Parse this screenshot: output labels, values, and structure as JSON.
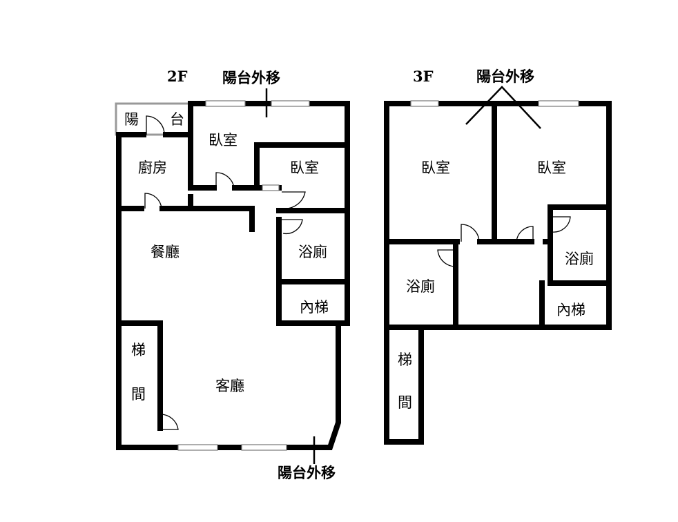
{
  "floor_2f": {
    "title": "2F",
    "note_top": "陽台外移",
    "note_bottom": "陽台外移",
    "rooms": {
      "balcony_left": "陽",
      "balcony_right": "台",
      "bedroom_1": "臥室",
      "bedroom_2": "臥室",
      "kitchen": "廚房",
      "dining": "餐廳",
      "bathroom": "浴廁",
      "inner_stairs": "內梯",
      "stairwell_1": "梯",
      "stairwell_2": "間",
      "living": "客廳"
    }
  },
  "floor_3f": {
    "title": "3F",
    "note_top": "陽台外移",
    "rooms": {
      "bedroom_1": "臥室",
      "bedroom_2": "臥室",
      "bathroom_1": "浴廁",
      "bathroom_2": "浴廁",
      "inner_stairs": "內梯",
      "stairwell_1": "梯",
      "stairwell_2": "間"
    }
  }
}
